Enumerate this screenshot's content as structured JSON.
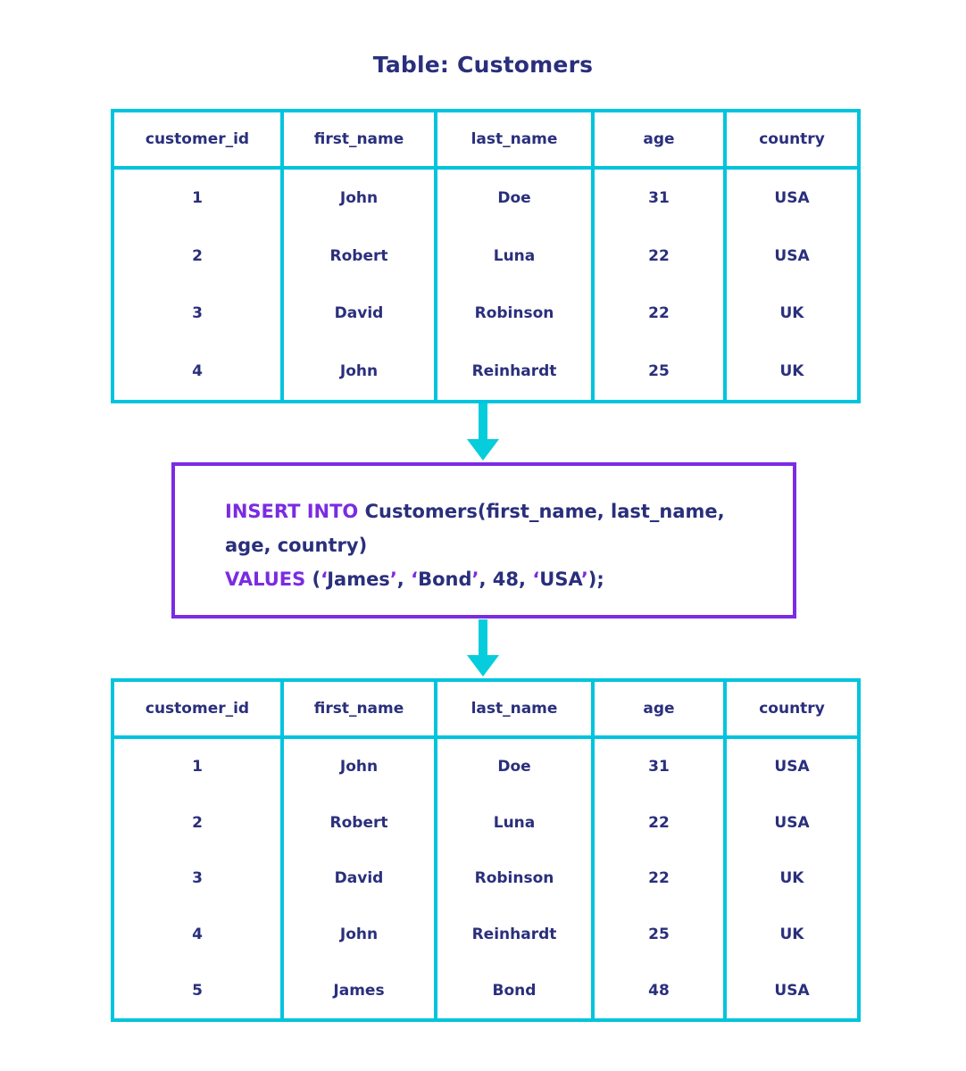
{
  "title": "Table: Customers",
  "colors": {
    "table_border": "#00c4dd",
    "arrow": "#06cddc",
    "sql_border": "#7b2be2",
    "keyword": "#7b2be2",
    "text": "#2a2f7c",
    "background": "#ffffff"
  },
  "table_before": {
    "columns": [
      "customer_id",
      "first_name",
      "last_name",
      "age",
      "country"
    ],
    "rows": [
      [
        "1",
        "John",
        "Doe",
        "31",
        "USA"
      ],
      [
        "2",
        "Robert",
        "Luna",
        "22",
        "USA"
      ],
      [
        "3",
        "David",
        "Robinson",
        "22",
        "UK"
      ],
      [
        "4",
        "John",
        "Reinhardt",
        "25",
        "UK"
      ]
    ]
  },
  "sql": {
    "keyword_insert": "INSERT INTO",
    "target": " Customers(first_name, last_name,",
    "line2": "age, country)",
    "keyword_values": "VALUES",
    "values_open": " (",
    "quote1": "‘",
    "value_first_name": "James",
    "quote2": "’",
    "sep1": ", ",
    "quote3": "‘",
    "value_last_name": "Bond",
    "quote4": "’",
    "sep2": ", ",
    "value_age": "48",
    "sep3": ", ",
    "quote5": "‘",
    "value_country": "USA",
    "quote6": "’",
    "close": ");"
  },
  "table_after": {
    "columns": [
      "customer_id",
      "first_name",
      "last_name",
      "age",
      "country"
    ],
    "rows": [
      [
        "1",
        "John",
        "Doe",
        "31",
        "USA"
      ],
      [
        "2",
        "Robert",
        "Luna",
        "22",
        "USA"
      ],
      [
        "3",
        "David",
        "Robinson",
        "22",
        "UK"
      ],
      [
        "4",
        "John",
        "Reinhardt",
        "25",
        "UK"
      ],
      [
        "5",
        "James",
        "Bond",
        "48",
        "USA"
      ]
    ]
  }
}
